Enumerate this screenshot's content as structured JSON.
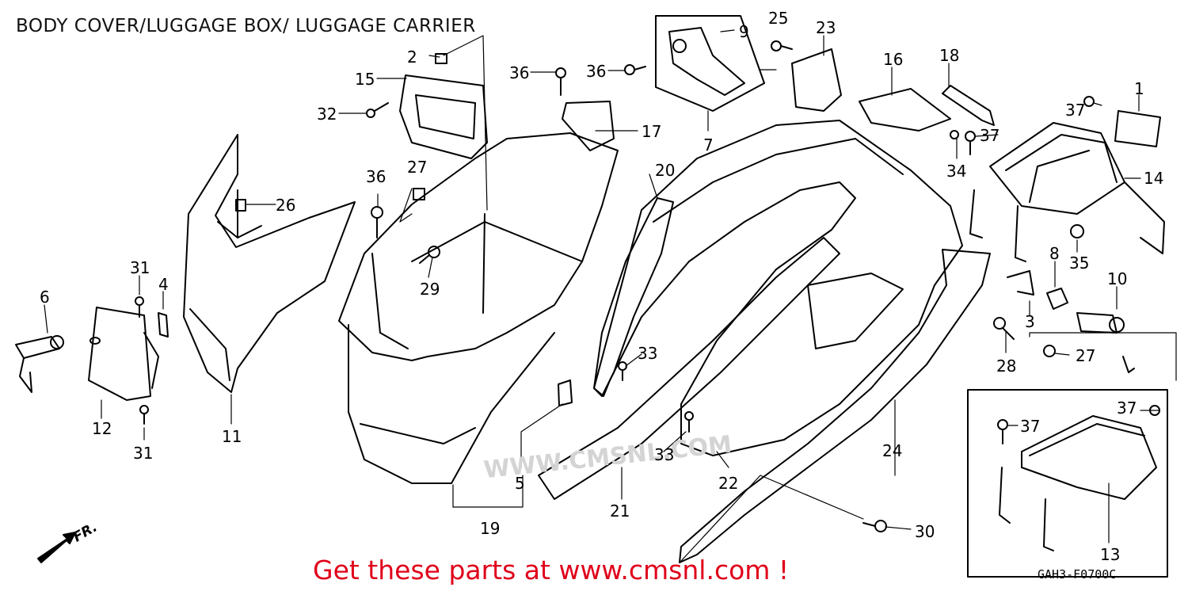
{
  "title": "BODY COVER/LUGGAGE BOX/ LUGGAGE CARRIER",
  "promo": "Get these parts at www.cmsnl.com !",
  "diagram_code": "GAH3-F0700C",
  "direction_label": "FR.",
  "watermark": "WWW.CMSNL.COM",
  "part_numbers": {
    "p1": "1",
    "p2": "2",
    "p3": "3",
    "p4": "4",
    "p5": "5",
    "p6": "6",
    "p7": "7",
    "p8": "8",
    "p9": "9",
    "p10": "10",
    "p11": "11",
    "p12": "12",
    "p13": "13",
    "p14": "14",
    "p15": "15",
    "p16": "16",
    "p17": "17",
    "p18": "18",
    "p19": "19",
    "p20": "20",
    "p21": "21",
    "p22": "22",
    "p23": "23",
    "p24": "24",
    "p25": "25",
    "p26": "26",
    "p27": "27",
    "p28": "28",
    "p29": "29",
    "p30": "30",
    "p31": "31",
    "p32": "32",
    "p33": "33",
    "p34": "34",
    "p35": "35",
    "p36": "36",
    "p37": "37"
  },
  "colors": {
    "line": "#000000",
    "promo": "#e0001a",
    "watermark": "#d4d4d4"
  }
}
